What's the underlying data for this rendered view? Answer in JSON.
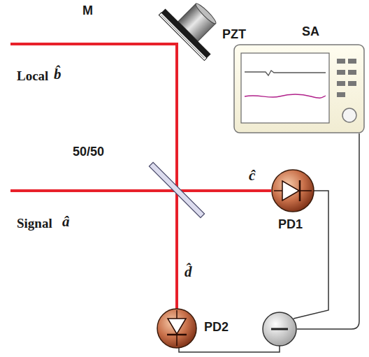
{
  "diagram": {
    "labels": [
      "M",
      "PZT",
      "SA",
      "Local",
      "b̂",
      "50/50",
      "Signal",
      "â",
      "ĉ",
      "PD1",
      "d̂",
      "PD2"
    ]
  }
}
